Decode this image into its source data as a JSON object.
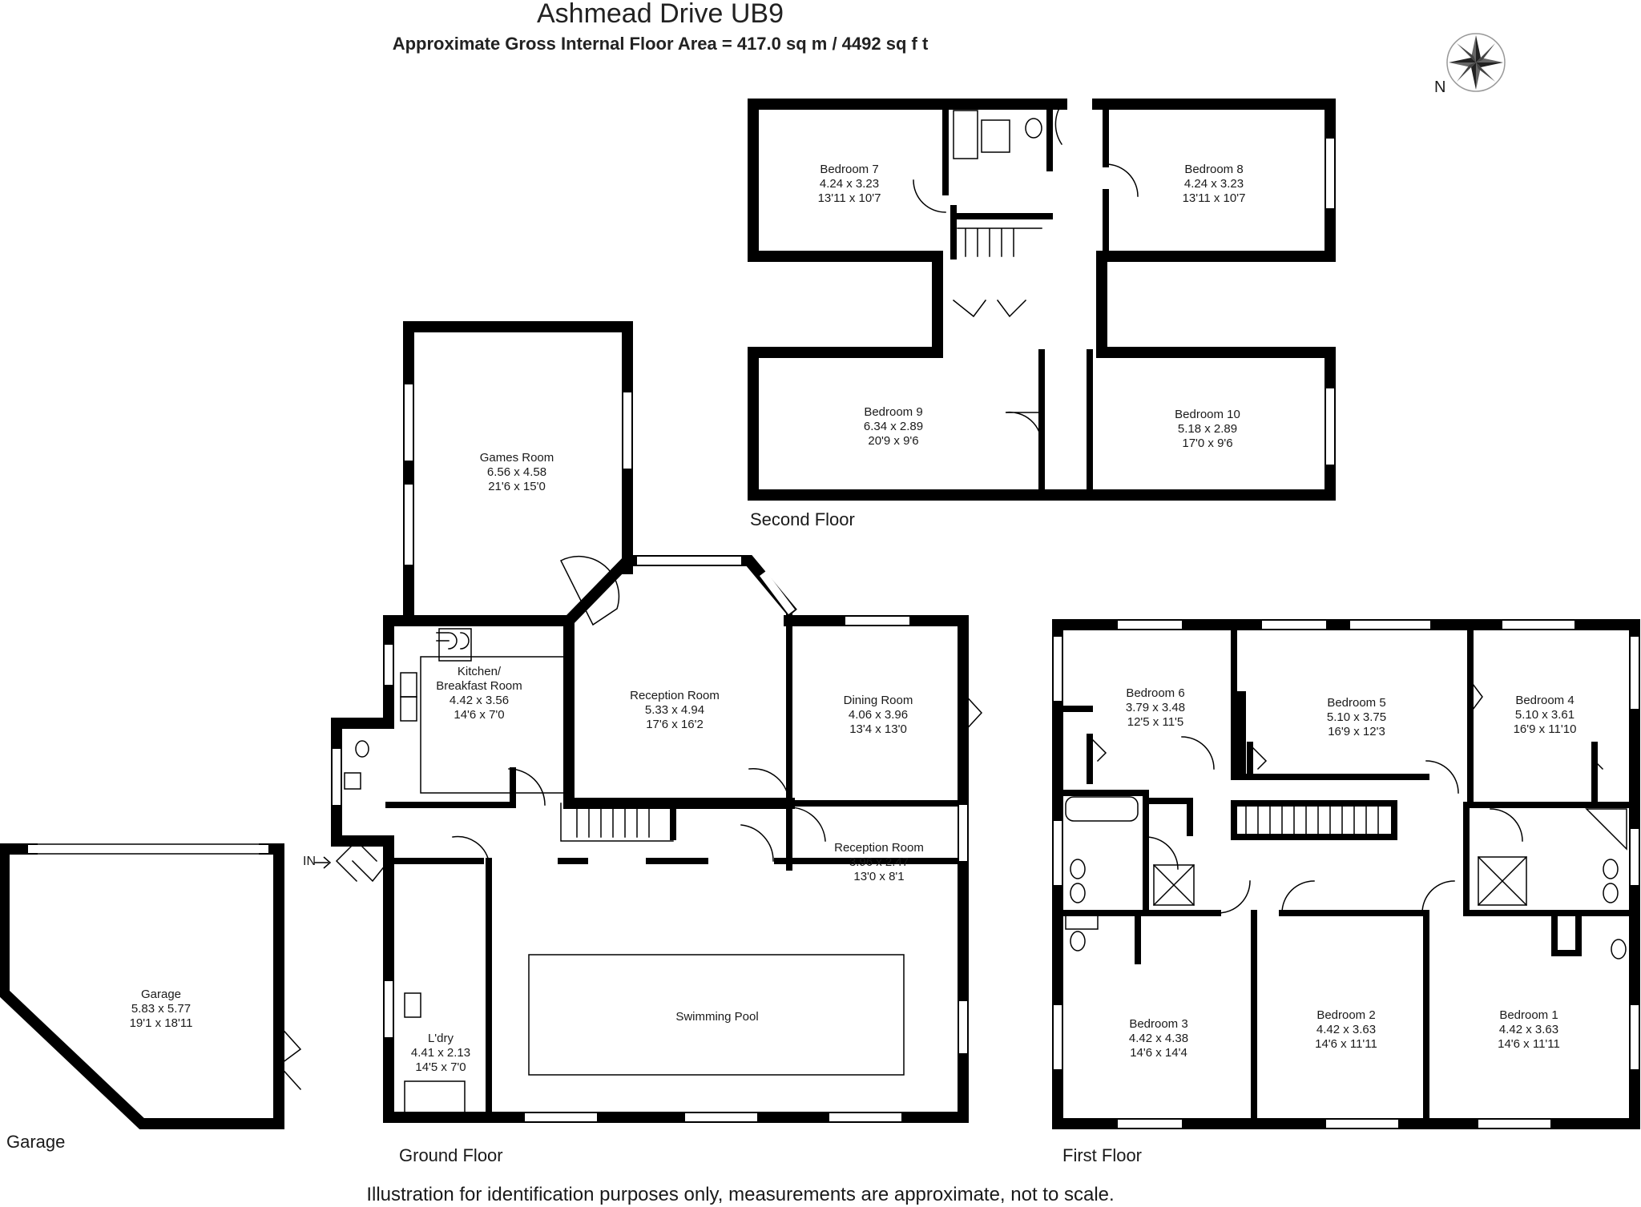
{
  "header": {
    "title": "Ashmead Drive UB9",
    "subtitle": "Approximate Gross Internal Floor Area  = 417.0 sq m  / 4492 sq f t"
  },
  "compass": {
    "label": "N",
    "icon": "compass-rose-icon"
  },
  "floors": {
    "second": "Second Floor",
    "ground": "Ground Floor",
    "first": "First Floor",
    "garage": "Garage"
  },
  "rooms": {
    "bedroom7": {
      "name": "Bedroom 7",
      "metric": "4.24 x 3.23",
      "imperial": "13'11 x 10'7"
    },
    "bedroom8": {
      "name": "Bedroom 8",
      "metric": "4.24 x 3.23",
      "imperial": "13'11 x 10'7"
    },
    "bedroom9": {
      "name": "Bedroom 9",
      "metric": "6.34 x 2.89",
      "imperial": "20'9 x 9'6"
    },
    "bedroom10": {
      "name": "Bedroom 10",
      "metric": "5.18 x 2.89",
      "imperial": "17'0 x 9'6"
    },
    "games": {
      "name": "Games Room",
      "metric": "6.56 x 4.58",
      "imperial": "21'6 x 15'0"
    },
    "kitchen": {
      "name1": "Kitchen/",
      "name2": "Breakfast Room",
      "metric": "4.42 x 3.56",
      "imperial": "14'6 x 7'0"
    },
    "reception1": {
      "name": "Reception Room",
      "metric": "5.33 x 4.94",
      "imperial": "17'6 x 16'2"
    },
    "dining": {
      "name": "Dining Room",
      "metric": "4.06 x 3.96",
      "imperial": "13'4 x 13'0"
    },
    "reception2": {
      "name": "Reception Room",
      "metric": "3.96 x 2.47",
      "imperial": "13'0 x 8'1"
    },
    "pool": {
      "name": "Swimming Pool"
    },
    "laundry": {
      "name": "L'dry",
      "metric": "4.41 x 2.13",
      "imperial": "14'5 x 7'0"
    },
    "garage": {
      "name": "Garage",
      "metric": "5.83 x 5.77",
      "imperial": "19'1 x 18'11"
    },
    "bedroom6": {
      "name": "Bedroom 6",
      "metric": "3.79 x 3.48",
      "imperial": "12'5 x 11'5"
    },
    "bedroom5": {
      "name": "Bedroom 5",
      "metric": "5.10 x 3.75",
      "imperial": "16'9 x 12'3"
    },
    "bedroom4": {
      "name": "Bedroom 4",
      "metric": "5.10 x 3.61",
      "imperial": "16'9 x 11'10"
    },
    "bedroom3": {
      "name": "Bedroom 3",
      "metric": "4.42 x 4.38",
      "imperial": "14'6 x 14'4"
    },
    "bedroom2": {
      "name": "Bedroom 2",
      "metric": "4.42 x 3.63",
      "imperial": "14'6 x 11'11"
    },
    "bedroom1": {
      "name": "Bedroom 1",
      "metric": "4.42 x 3.63",
      "imperial": "14'6 x 11'11"
    }
  },
  "entrance": "IN",
  "footer": {
    "disclaimer": "Illustration for identification purposes only, measurements are approximate, not to scale."
  }
}
